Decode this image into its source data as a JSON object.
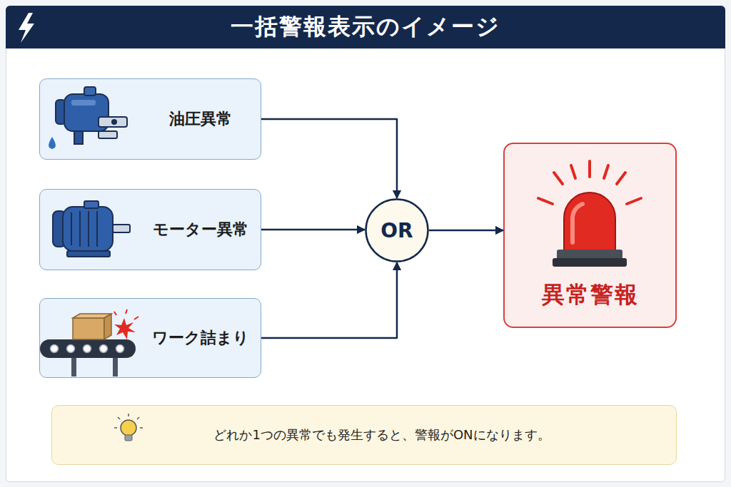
{
  "diagram": {
    "title": "一括警報表示のイメージ",
    "nodes": [
      {
        "text": [
          "油圧異常"
        ]
      },
      {
        "text": [
          "モーター異常"
        ]
      },
      {
        "text": [
          "ワーク詰まり"
        ]
      },
      {
        "text": [
          "OR"
        ]
      },
      {
        "text": [
          "異常警報"
        ]
      },
      {
        "text": [
          "どれか1つの異常でも発生すると、警報がONになります。"
        ]
      }
    ],
    "edges": [
      {
        "from": 0,
        "to": 3,
        "arrow": "to"
      },
      {
        "from": 1,
        "to": 3,
        "arrow": "to"
      },
      {
        "from": 2,
        "to": 3,
        "arrow": "to"
      },
      {
        "from": 3,
        "to": 4,
        "arrow": "to"
      }
    ]
  }
}
